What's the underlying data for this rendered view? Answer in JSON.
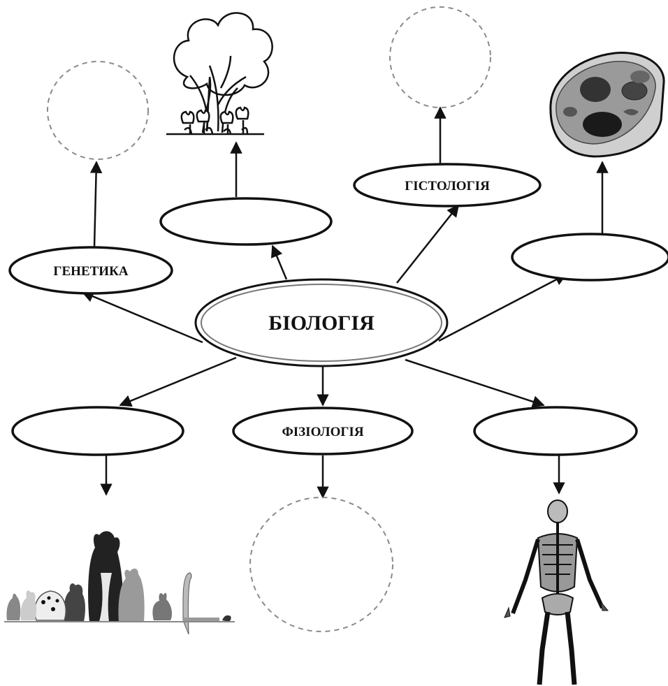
{
  "center": {
    "label": "БІОЛОГІЯ"
  },
  "nodes": {
    "genetics": {
      "label": "ГЕНЕТИКА"
    },
    "botany": {
      "label": ""
    },
    "histology": {
      "label": "ГІСТОЛОГІЯ"
    },
    "cytology": {
      "label": ""
    },
    "zoology": {
      "label": ""
    },
    "physiology": {
      "label": "ФІЗІОЛОГІЯ"
    },
    "anatomy": {
      "label": ""
    }
  },
  "illustrations": {
    "genetics": "empty-dashed-circle",
    "botany": "tree-with-tulips-icon",
    "histology": "empty-dashed-circle",
    "cytology": "cell-icon",
    "zoology": "animals-icon",
    "physiology": "empty-dashed-circle",
    "anatomy": "skeleton-icon"
  }
}
